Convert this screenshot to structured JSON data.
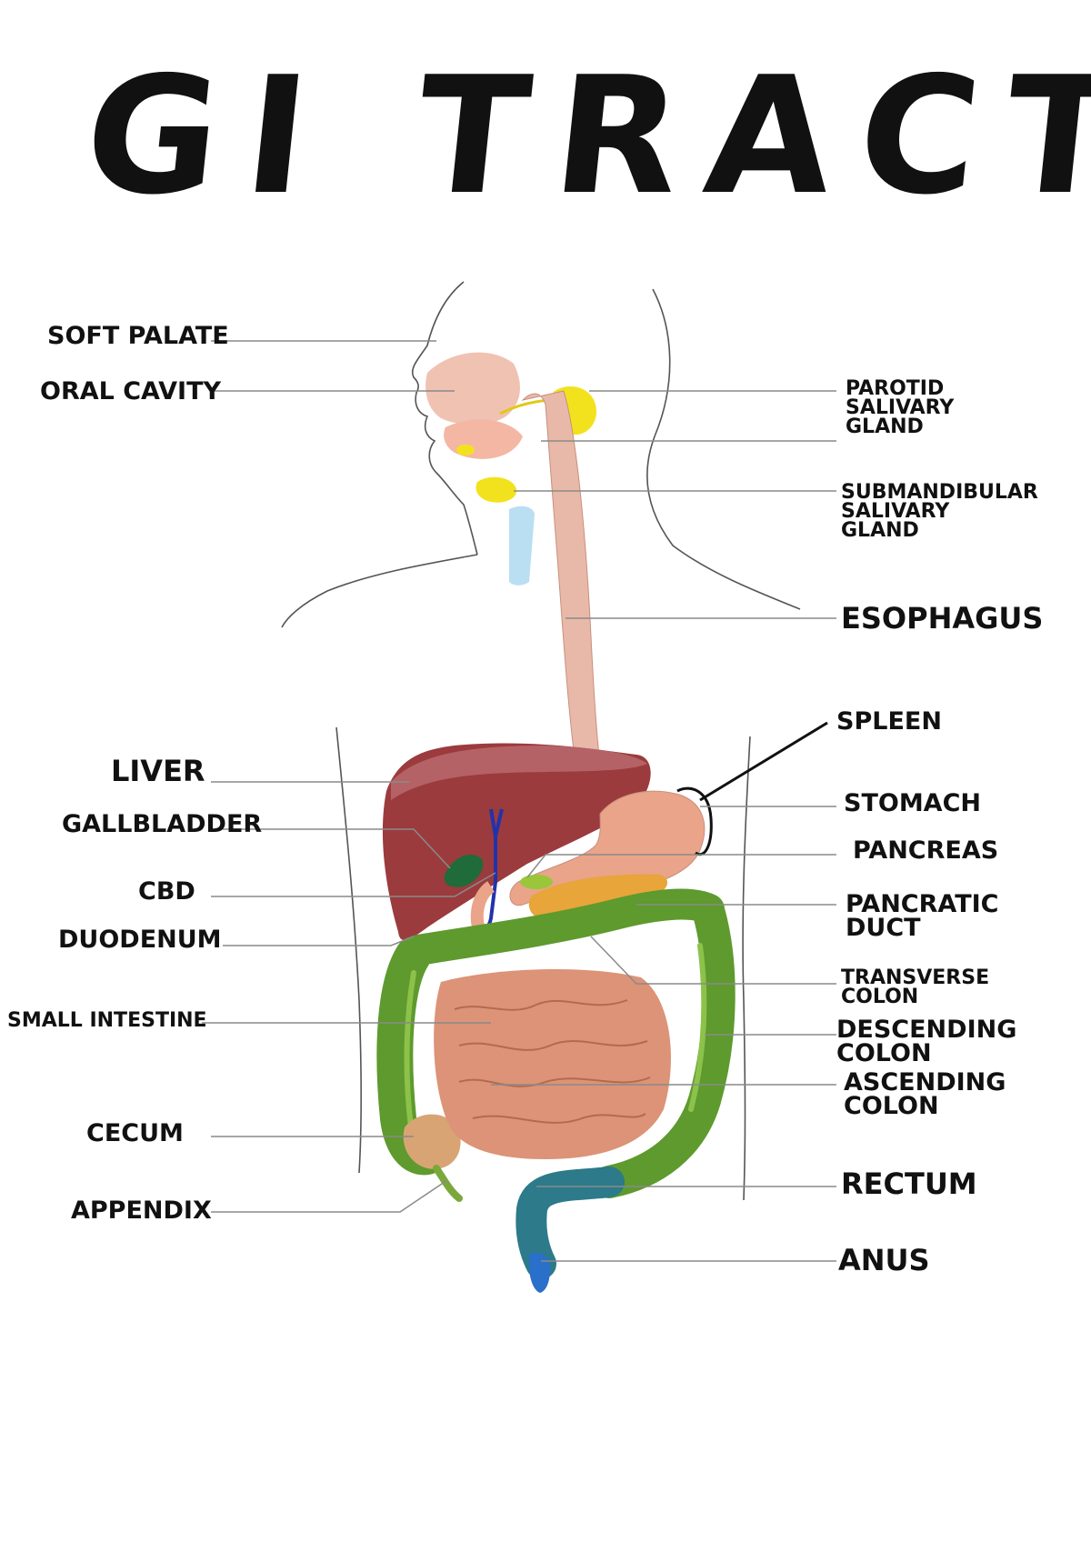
{
  "title": "GI TRACT",
  "labels": {
    "soft_palate": "SOFT PALATE",
    "oral_cavity": "ORAL CAVITY",
    "liver": "LIVER",
    "gallbladder": "GALLBLADDER",
    "cbd": "CBD",
    "duodenum": "DUODENUM",
    "small_intestine": "SMALL INTESTINE",
    "cecum": "CECUM",
    "appendix": "APPENDIX",
    "parotid_salivary_gland": "PAROTID SALIVARY GLAND",
    "submandibular_salivary_gland": "SUBMANDIBULAR SALIVARY GLAND",
    "esophagus": "ESOPHAGUS",
    "spleen": "SPLEEN",
    "stomach": "STOMACH",
    "pancreas": "PANCREAS",
    "pancreatic_duct": "PANCRATIC DUCT",
    "transverse_colon": "TRANSVERSE COLON",
    "descending_colon": "DESCENDING COLON",
    "ascending_colon": "ASCENDING COLON",
    "rectum": "RECTUM",
    "anus": "ANUS"
  },
  "colors": {
    "esophagus": "#e8b9a8",
    "liver": "#9b3b3d",
    "liver_light": "#b86a6c",
    "gallbladder": "#1f6b3a",
    "bile_duct": "#2233aa",
    "stomach": "#e9a48a",
    "pancreas": "#e8a53a",
    "colon": "#5e9a2e",
    "colon_light": "#8cc24a",
    "small_intestine": "#dc9377",
    "rectum": "#2c7a8a",
    "anus": "#2a6fc9",
    "salivary_gland": "#f2e21e",
    "trachea": "#a9d6ef",
    "outline": "#555555",
    "leader_line": "#8a8a8a"
  }
}
